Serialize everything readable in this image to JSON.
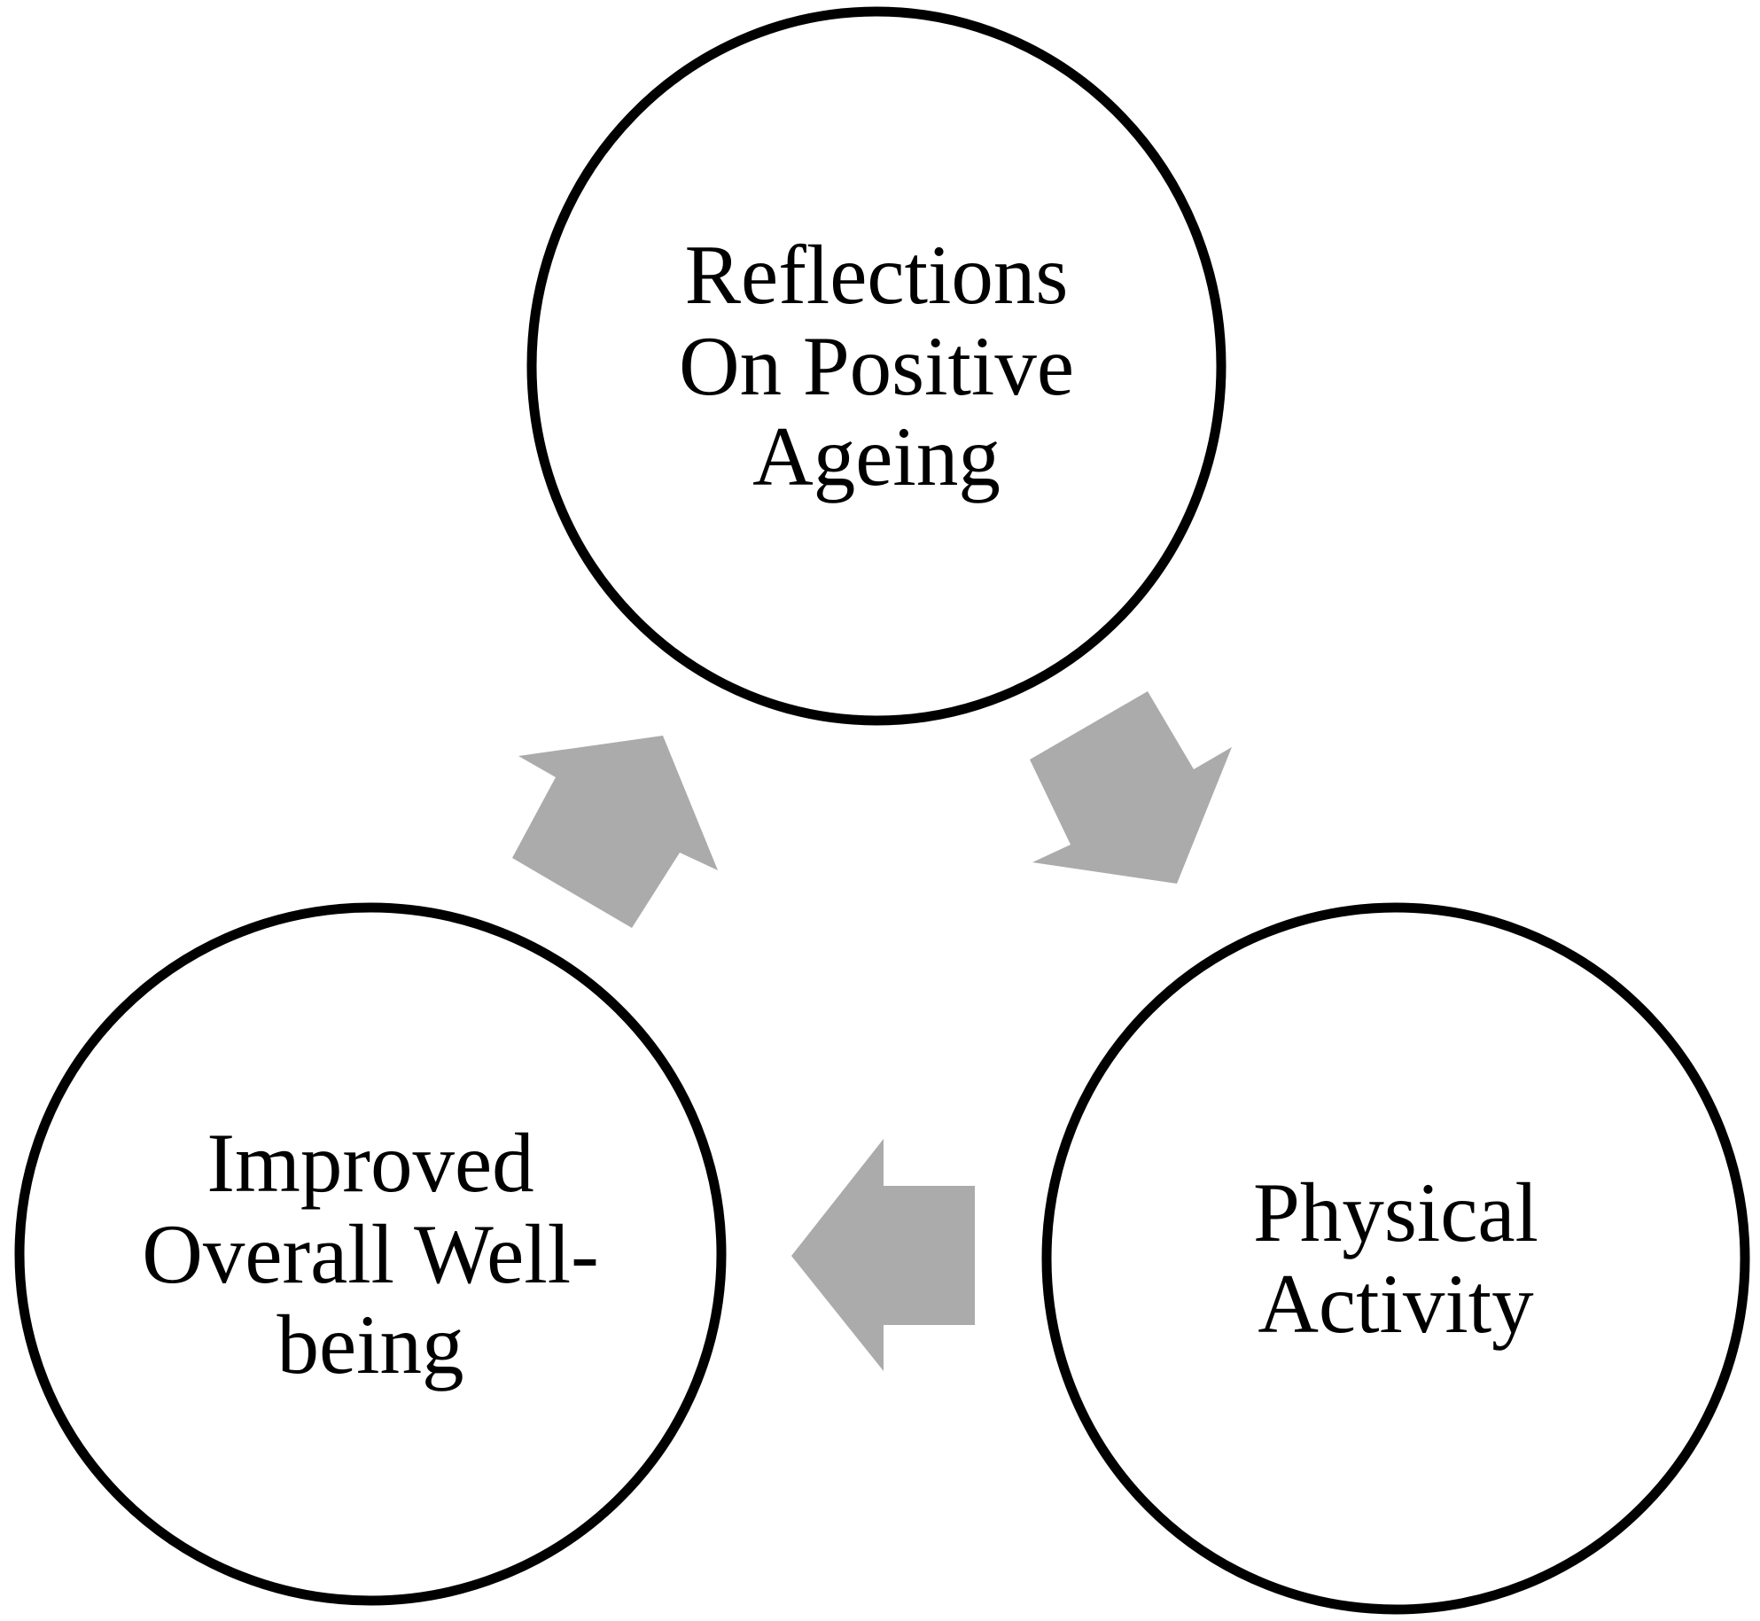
{
  "diagram": {
    "type": "cycle-diagram",
    "nodes": [
      {
        "id": "reflections-on-positive-ageing",
        "label": "Reflections On Positive Ageing",
        "lines": [
          "Reflections",
          "On Positive",
          "Ageing"
        ],
        "position": "top"
      },
      {
        "id": "physical-activity",
        "label": "Physical Activity",
        "lines": [
          "Physical",
          "Activity"
        ],
        "position": "bottom-right"
      },
      {
        "id": "improved-overall-well-being",
        "label": "Improved Overall Well-being",
        "lines": [
          "Improved",
          "Overall Well-",
          "being"
        ],
        "position": "bottom-left"
      }
    ],
    "edges": [
      {
        "from": "reflections-on-positive-ageing",
        "to": "physical-activity",
        "direction": "down-right"
      },
      {
        "from": "physical-activity",
        "to": "improved-overall-well-being",
        "direction": "left"
      },
      {
        "from": "improved-overall-well-being",
        "to": "reflections-on-positive-ageing",
        "direction": "up-right"
      }
    ],
    "colors": {
      "background": "#ffffff",
      "circle_fill": "#ffffff",
      "circle_stroke": "#000000",
      "arrow_fill": "#ABABAB",
      "text": "#000000"
    }
  }
}
